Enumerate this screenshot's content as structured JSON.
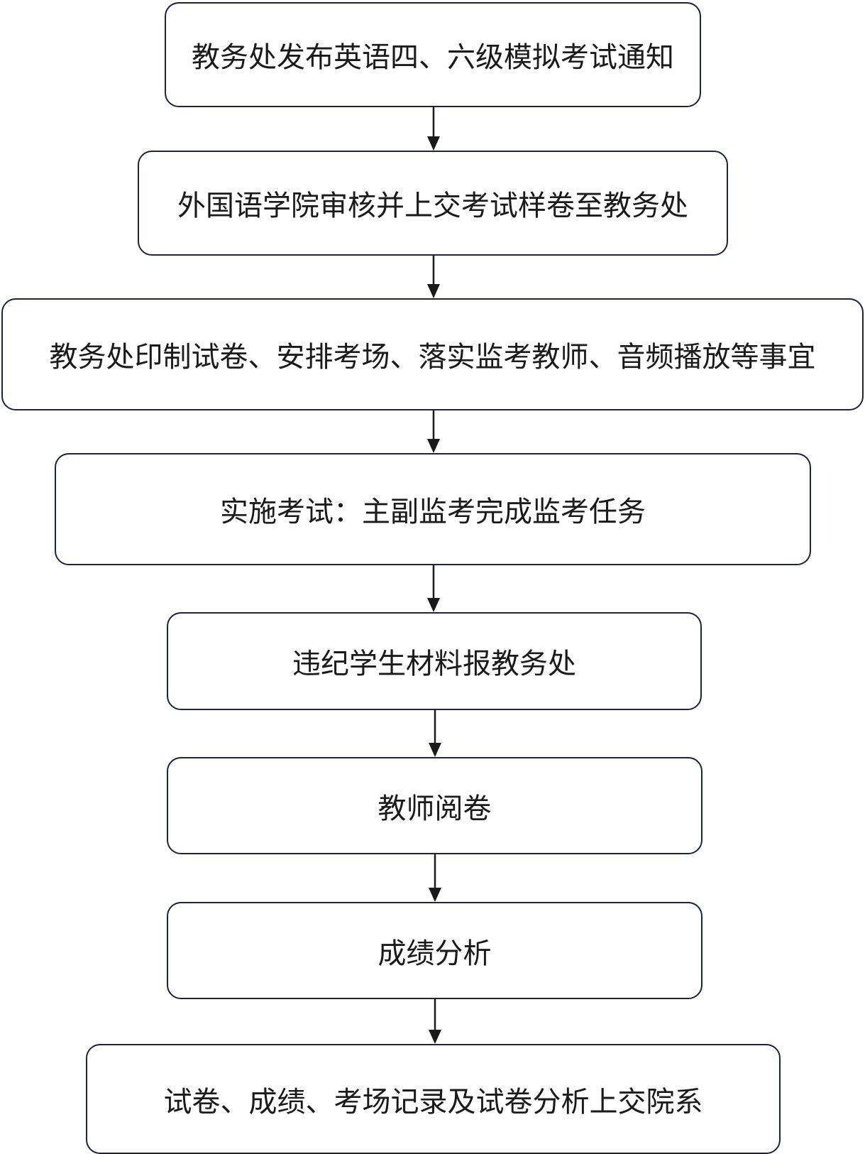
{
  "steps": [
    {
      "id": "step-1",
      "label": "教务处发布英语四、六级模拟考试通知"
    },
    {
      "id": "step-2",
      "label": "外国语学院审核并上交考试样卷至教务处"
    },
    {
      "id": "step-3",
      "label": "教务处印制试卷、安排考场、落实监考教师、音频播放等事宜"
    },
    {
      "id": "step-4",
      "label": "实施考试：主副监考完成监考任务"
    },
    {
      "id": "step-5",
      "label": "违纪学生材料报教务处"
    },
    {
      "id": "step-6",
      "label": "教师阅卷"
    },
    {
      "id": "step-7",
      "label": "成绩分析"
    },
    {
      "id": "step-8",
      "label": "试卷、成绩、考场记录及试卷分析上交院系"
    }
  ],
  "colors": {
    "border": "#1f2238",
    "text": "#1a1a1a",
    "arrow": "#1a1a1a",
    "background": "#ffffff"
  }
}
